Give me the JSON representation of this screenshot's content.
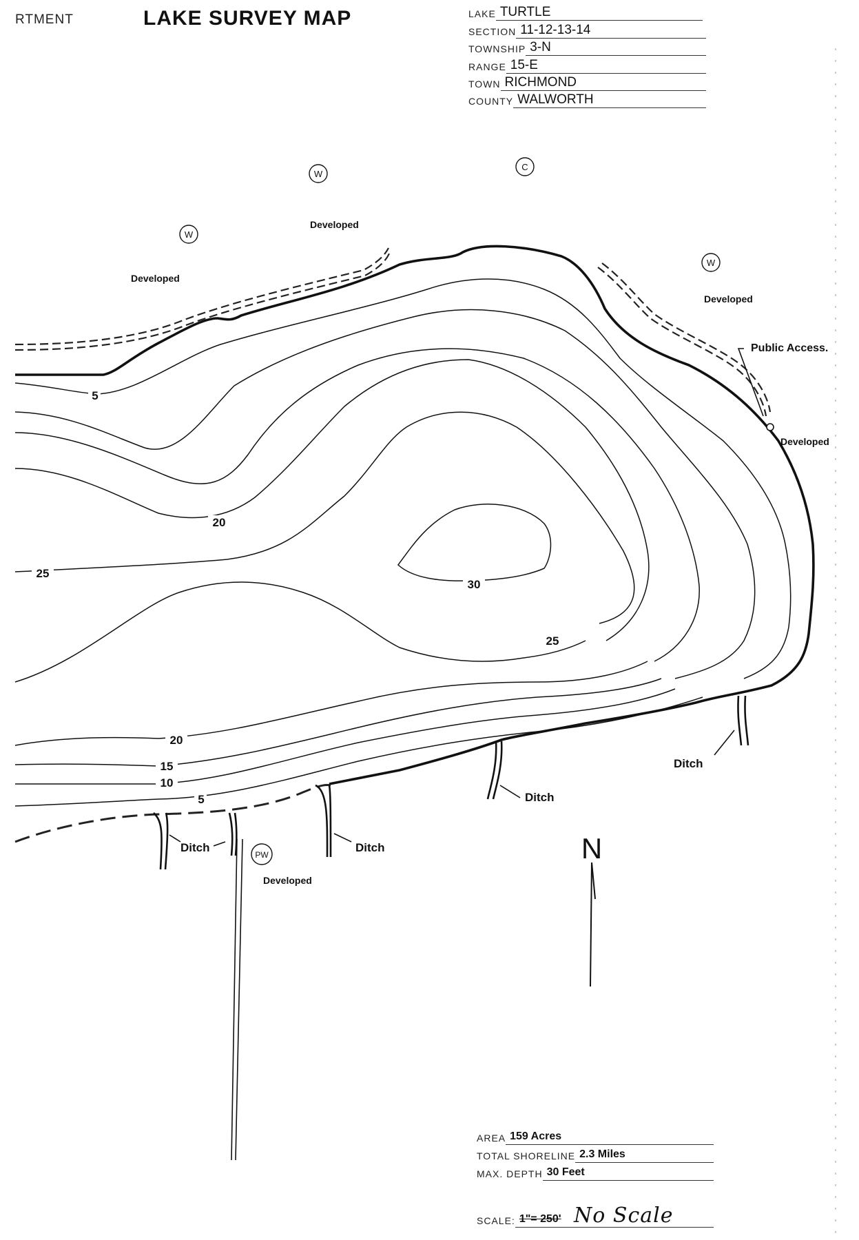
{
  "header": {
    "department": "RTMENT",
    "title": "LAKE SURVEY MAP",
    "fields": [
      {
        "label": "LAKE",
        "value": "TURTLE"
      },
      {
        "label": "SECTION",
        "value": "11-12-13-14"
      },
      {
        "label": "TOWNSHIP",
        "value": "3-N"
      },
      {
        "label": "RANGE",
        "value": "15-E"
      },
      {
        "label": "TOWN",
        "value": "RICHMOND"
      },
      {
        "label": "COUNTY",
        "value": "WALWORTH"
      }
    ]
  },
  "map": {
    "symbols": [
      {
        "label": "W"
      },
      {
        "label": "C"
      },
      {
        "label": "W"
      },
      {
        "label": "W"
      },
      {
        "label": "PW"
      }
    ],
    "annotations": [
      {
        "text": "Developed"
      },
      {
        "text": "Developed"
      },
      {
        "text": "Developed"
      },
      {
        "text": "Developed"
      },
      {
        "text": "Developed"
      },
      {
        "text": "Public Access."
      }
    ],
    "ditch_label": "Ditch",
    "contour_labels": [
      "5",
      "20",
      "25",
      "30",
      "25",
      "20",
      "15",
      "10",
      "5"
    ],
    "north_label": "N"
  },
  "footer": {
    "area": {
      "label": "AREA",
      "value": "159 Acres"
    },
    "shoreline": {
      "label": "TOTAL SHORELINE",
      "value": "2.3 Miles"
    },
    "max_depth": {
      "label": "MAX. DEPTH",
      "value": "30 Feet"
    },
    "scale": {
      "label": "SCALE:",
      "struck_value": "1\"= 250'",
      "handwritten_value": "No Scale"
    }
  }
}
